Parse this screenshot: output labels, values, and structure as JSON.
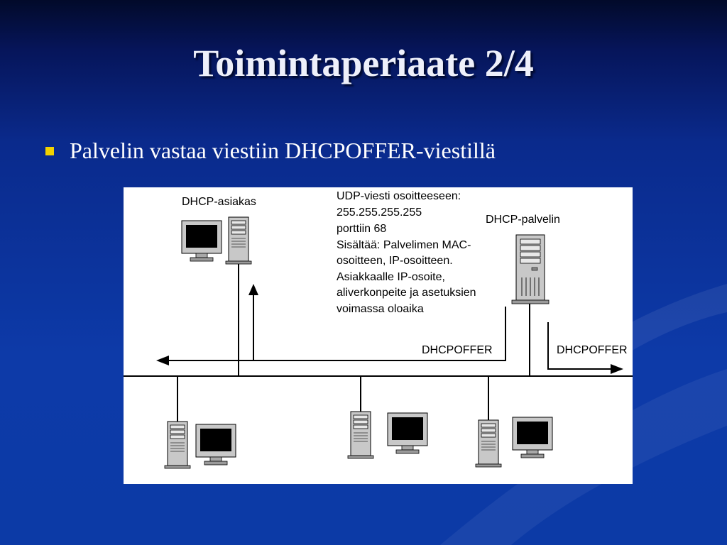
{
  "slide": {
    "title": "Toimintaperiaate 2/4",
    "bullets": [
      "Palvelin vastaa viestiin DHCPOFFER-viestillä"
    ]
  },
  "diagram": {
    "client_label": "DHCP-asiakas",
    "server_label": "DHCP-palvelin",
    "message_lines": [
      "UDP-viesti osoitteeseen:",
      "255.255.255.255",
      "porttiin 68",
      "Sisältää: Palvelimen MAC-",
      "osoitteen, IP-osoitteen.",
      "Asiakkaalle IP-osoite,",
      "aliverkonpeite ja asetuksien",
      "voimassa oloaika"
    ],
    "offer_left_label": "DHCPOFFER",
    "offer_right_label": "DHCPOFFER"
  },
  "colors": {
    "background": "#0c3aa6",
    "bullet": "#f2d200",
    "title_text": "#eef0fa"
  }
}
